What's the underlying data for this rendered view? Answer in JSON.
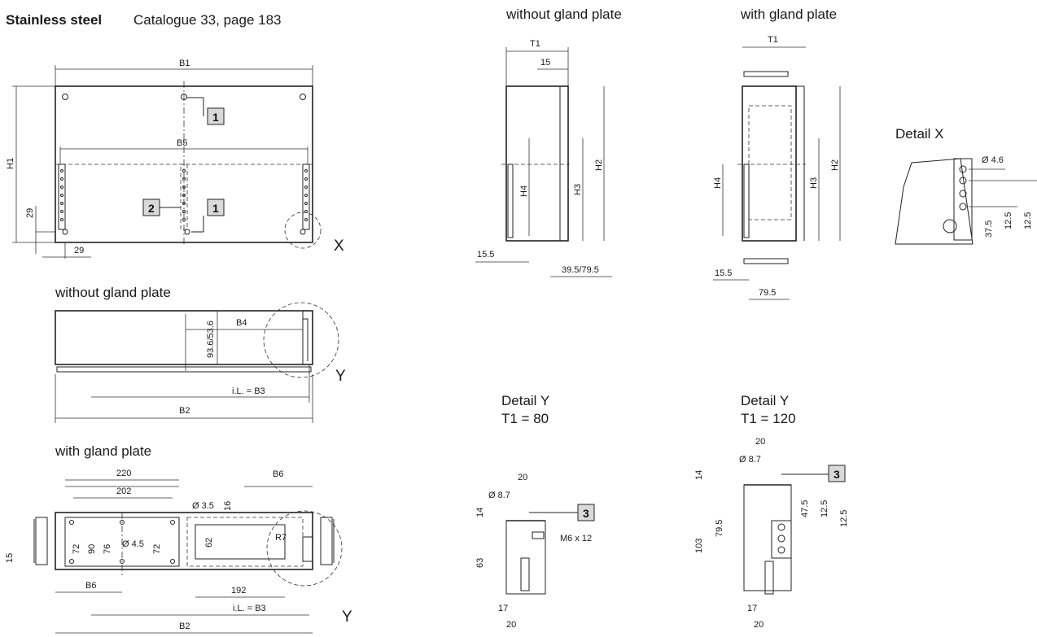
{
  "header": {
    "material": "Stainless steel",
    "reference": "Catalogue 33, page 183"
  },
  "titles": {
    "front_without": "without gland plate",
    "front_with": "with gland plate",
    "side_without": "without gland plate",
    "side_with": "with gland plate",
    "detail_x": "Detail X",
    "detail_y": "Detail Y",
    "t1_80": "T1 = 80",
    "t1_120": "T1 = 120"
  },
  "markers": {
    "x": "X",
    "y": "Y"
  },
  "badges": {
    "one": "1",
    "two": "2",
    "three": "3"
  },
  "dims": {
    "b1": "B1",
    "b2": "B2",
    "b4": "B4",
    "b5": "B5",
    "b6": "B6",
    "h1": "H1",
    "h2": "H2",
    "h3": "H3",
    "h4": "H4",
    "t1": "T1",
    "il_b3": "i.L. = B3",
    "d29": "29",
    "d15": "15",
    "d15_5": "15.5",
    "d39_79": "39.5/79.5",
    "d79_5": "79.5",
    "d93_53": "93.6/53.6",
    "d220": "220",
    "d202": "202",
    "d192": "192",
    "d72": "72",
    "d90": "90",
    "d76": "76",
    "d62": "62",
    "d16": "16",
    "dia35": "Ø 3.5",
    "dia45": "Ø 4.5",
    "r7": "R7",
    "dia46": "Ø 4.6",
    "d37_5": "37.5",
    "d12_5": "12.5",
    "d20": "20",
    "dia87": "Ø 8.7",
    "d14": "14",
    "d63": "63",
    "d17": "17",
    "m6": "M6 x 12",
    "d47_5": "47.5",
    "d103": "103"
  }
}
